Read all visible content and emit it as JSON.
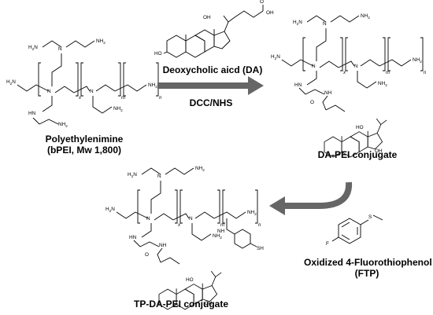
{
  "labels": {
    "polyethylenimine_line1": "Polyethylenimine",
    "polyethylenimine_line2": "(bPEI, Mw 1,800)",
    "deoxycholic_acid": "Deoxycholic aicd (DA)",
    "reagents": "DCC/NHS",
    "da_pei": "DA-PEI conjugate",
    "ftp_line1": "Oxidized 4-Fluorothiophenol",
    "ftp_line2": "(FTP)",
    "tp_da_pei": "TP-DA-PEI conjugate"
  },
  "atoms": {
    "amine": "H",
    "amine_sub": "2",
    "nitrogen": "N",
    "nh": "NH",
    "hn": "HN",
    "h2n": "H",
    "hydroxyl_oh": "OH",
    "hydroxyl_ho": "HO",
    "oxygen": "O",
    "sulfur": "S",
    "thiol": "SH",
    "fluorine": "F"
  },
  "indices": {
    "x": "x",
    "m": "m",
    "n": "n"
  },
  "colors": {
    "arrow": "#666666",
    "ink": "#000000"
  }
}
